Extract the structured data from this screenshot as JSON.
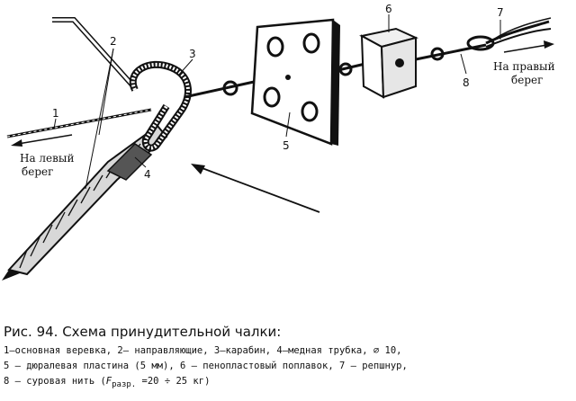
{
  "figure": {
    "callouts": {
      "n1": "1",
      "n2": "2",
      "n3": "3",
      "n4": "4",
      "n5": "5",
      "n6": "6",
      "n7": "7",
      "n8": "8"
    },
    "left_bank_line1": "На левый",
    "left_bank_line2": "берег",
    "right_bank_line1": "На правый",
    "right_bank_line2": "берег"
  },
  "caption": {
    "title": "Рис. 94. Схема принудительной чалки:",
    "line1": "1—основная веревка, 2— направляющие, 3—карабин, 4—медная трубка, ⌀ 10,",
    "line2": "5 — дюралевая пластина (5 мм), 6 — пенопластовый поплавок, 7 — репшнур,",
    "line3_prefix": "8 — суровая нить (",
    "line3_f": "F",
    "line3_sub": "разр.",
    "line3_suffix": " =20 ÷ 25 кг)"
  }
}
